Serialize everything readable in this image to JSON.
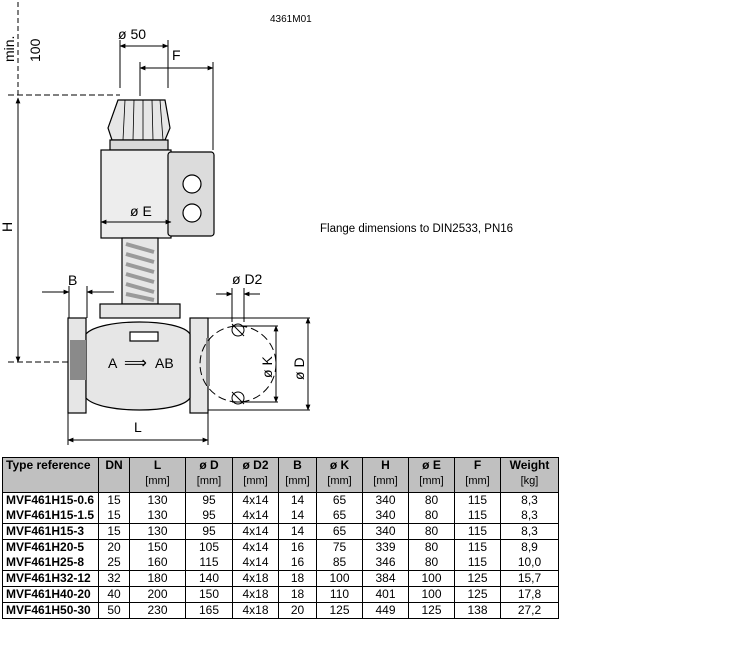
{
  "drawing": {
    "ref_code": "4361M01",
    "labels": {
      "min": "min.",
      "min_value": "100",
      "dia50": "ø 50",
      "F": "F",
      "H": "H",
      "E": "ø E",
      "B": "B",
      "D2": "ø D2",
      "K": "ø K",
      "D": "ø D",
      "L": "L",
      "A": "A",
      "AB": "AB",
      "arrow": "⟹"
    },
    "note": "Flange dimensions to DIN2533, PN16"
  },
  "table": {
    "headers": [
      {
        "label": "Type reference",
        "unit": ""
      },
      {
        "label": "DN",
        "unit": ""
      },
      {
        "label": "L",
        "unit": "[mm]"
      },
      {
        "label": "ø D",
        "unit": "[mm]"
      },
      {
        "label": "ø D2",
        "unit": "[mm]"
      },
      {
        "label": "B",
        "unit": "[mm]"
      },
      {
        "label": "ø K",
        "unit": "[mm]"
      },
      {
        "label": "H",
        "unit": "[mm]"
      },
      {
        "label": "ø E",
        "unit": "[mm]"
      },
      {
        "label": "F",
        "unit": "[mm]"
      },
      {
        "label": "Weight",
        "unit": "[kg]"
      }
    ],
    "rows": [
      {
        "ref": "MVF461H15-0.6",
        "dn": "15",
        "l": "130",
        "d": "95",
        "d2": "4x14",
        "b": "14",
        "k": "65",
        "h": "340",
        "e": "80",
        "f": "115",
        "w": "8,3"
      },
      {
        "ref": "MVF461H15-1.5",
        "dn": "15",
        "l": "130",
        "d": "95",
        "d2": "4x14",
        "b": "14",
        "k": "65",
        "h": "340",
        "e": "80",
        "f": "115",
        "w": "8,3"
      },
      {
        "ref": "MVF461H15-3",
        "dn": "15",
        "l": "130",
        "d": "95",
        "d2": "4x14",
        "b": "14",
        "k": "65",
        "h": "340",
        "e": "80",
        "f": "115",
        "w": "8,3"
      },
      {
        "ref": "MVF461H20-5",
        "dn": "20",
        "l": "150",
        "d": "105",
        "d2": "4x14",
        "b": "16",
        "k": "75",
        "h": "339",
        "e": "80",
        "f": "115",
        "w": "8,9"
      },
      {
        "ref": "MVF461H25-8",
        "dn": "25",
        "l": "160",
        "d": "115",
        "d2": "4x14",
        "b": "16",
        "k": "85",
        "h": "346",
        "e": "80",
        "f": "115",
        "w": "10,0"
      },
      {
        "ref": "MVF461H32-12",
        "dn": "32",
        "l": "180",
        "d": "140",
        "d2": "4x18",
        "b": "18",
        "k": "100",
        "h": "384",
        "e": "100",
        "f": "125",
        "w": "15,7"
      },
      {
        "ref": "MVF461H40-20",
        "dn": "40",
        "l": "200",
        "d": "150",
        "d2": "4x18",
        "b": "18",
        "k": "110",
        "h": "401",
        "e": "100",
        "f": "125",
        "w": "17,8"
      },
      {
        "ref": "MVF461H50-30",
        "dn": "50",
        "l": "230",
        "d": "165",
        "d2": "4x18",
        "b": "20",
        "k": "125",
        "h": "449",
        "e": "125",
        "f": "138",
        "w": "27,2"
      }
    ]
  }
}
